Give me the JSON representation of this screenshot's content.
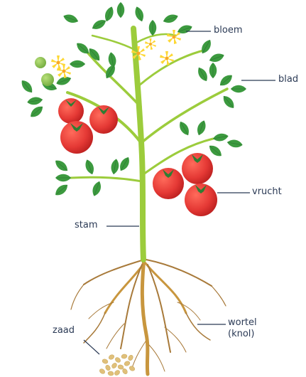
{
  "labels": {
    "flower": "bloem",
    "leaf": "blad",
    "fruit": "vrucht",
    "stem": "stam",
    "root_line1": "wortel",
    "root_line2": "(knol)",
    "seed": "zaad"
  },
  "colors": {
    "leaf": "#3c9a3f",
    "leaf_dark": "#2e7d32",
    "stem": "#9ccc3c",
    "stem_dark": "#7cb342",
    "fruit": "#e53935",
    "fruit_dark": "#c62828",
    "flower": "#fdd835",
    "root": "#c8963e",
    "root_thin": "#a87a3a",
    "seed": "#e0c07a",
    "pointer": "#2b3a55",
    "label_text": "#2b3a55"
  }
}
